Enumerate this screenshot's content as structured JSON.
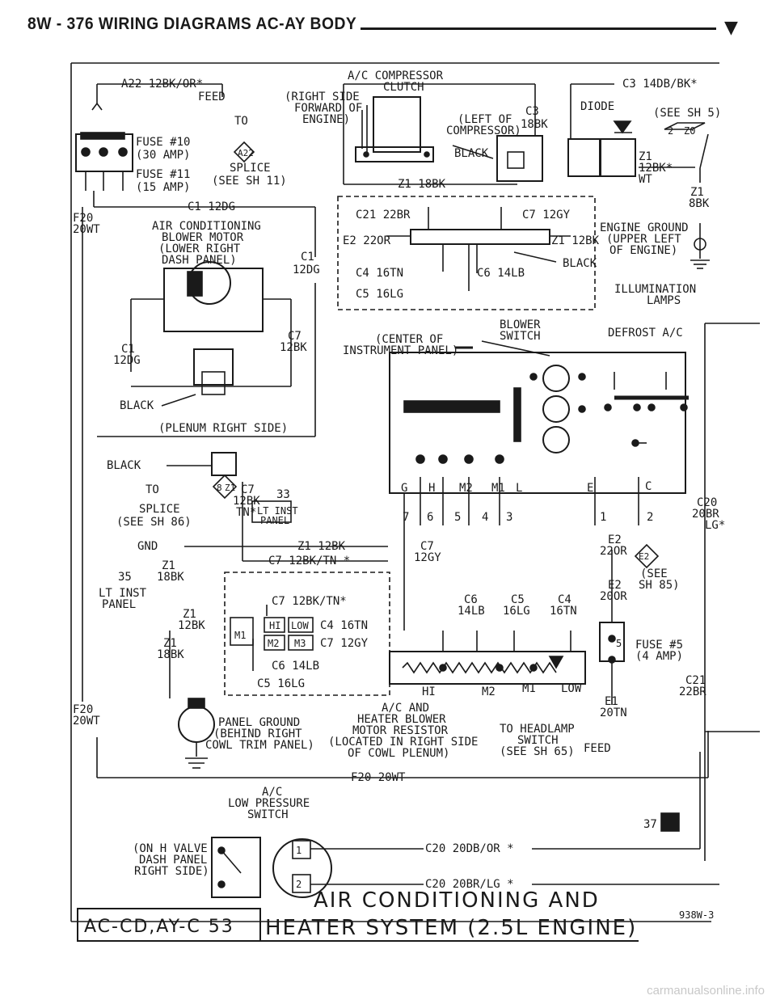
{
  "header": {
    "title": "8W - 376   WIRING DIAGRAMS AC-AY BODY",
    "arrow": "▼"
  },
  "footer": {
    "body_code": "AC-CD,AY-C 53",
    "system_line1": "AIR CONDITIONING AND",
    "system_line2": "HEATER SYSTEM (2.5L ENGINE)",
    "figure_id": "938W-3"
  },
  "watermark": "carmanualsonline.info",
  "labels": {
    "a22": "A22 12BK/OR*",
    "feed": "FEED",
    "to_top": "TO",
    "to_a22": "A22",
    "fuse10": "FUSE #10",
    "fuse10_amp": "(30 AMP)",
    "fuse11": "FUSE #11",
    "fuse11_amp": "(15 AMP)",
    "splice_sh11": "SPLICE",
    "see_sh11": "(SEE SH 11)",
    "comp_title": "A/C COMPRESSOR",
    "comp_clutch": "CLUTCH",
    "right_side": "(RIGHT SIDE",
    "forward_of": "FORWARD OF",
    "engine": "ENGINE)",
    "left_of": "(LEFT OF",
    "compressor": "COMPRESSOR)",
    "c3_top": "C3",
    "c3_18bk": "18BK",
    "black_comp": "BLACK",
    "z1_18bk_top": "Z1 18BK",
    "c3_14db": "C3 14DB/BK*",
    "diode": "DIODE",
    "see_sh5": "(SEE SH 5)",
    "z0": "Z0",
    "two": "2",
    "z1_diode": "Z1",
    "z1_12bk_diode": "12BK*",
    "wt": "WT",
    "z1_8bk": "Z1",
    "z1_8bk2": "8BK",
    "engine_ground": "ENGINE GROUND",
    "upper_left": "(UPPER LEFT",
    "of_engine": "OF ENGINE)",
    "f20_top": "F20",
    "f20wt_top": "20WT",
    "c1_12dg_top": "C1 12DG",
    "ac_blower": "AIR CONDITIONING",
    "blower_motor": "BLOWER MOTOR",
    "lower_right": "(LOWER RIGHT",
    "dash_panel": "DASH PANEL)",
    "c1_right": "C1",
    "c1_right2": "12DG",
    "c1_left": "C1",
    "c1_left2": "12DG",
    "c7_right": "C7",
    "c7_right2": "12BK",
    "black_motor": "BLACK",
    "plenum": "(PLENUM RIGHT SIDE)",
    "c21_22br": "C21 22BR",
    "c7_12gy_sw": "C7 12GY",
    "e2_22or": "E2 22OR",
    "z1_12bk_sw": "Z1 12BK",
    "black_sw": "BLACK",
    "c4_16tn_sw": "C4 16TN",
    "c6_14lb_sw": "C6 14LB",
    "c5_16lg_sw": "C5 16LG",
    "illum": "ILLUMINATION",
    "lamps": "LAMPS",
    "blower_switch": "BLOWER",
    "switch": "SWITCH",
    "center_of": "(CENTER OF",
    "instrument_panel": "INSTRUMENT PANEL)",
    "defrost": "DEFROST A/C",
    "pos_g": "G",
    "pos_h": "H",
    "pos_m2": "M2",
    "pos_m1": "M1",
    "pos_l": "L",
    "pos_e": "E",
    "pos_c": "C",
    "c20_20br": "C20",
    "c20_20br2": "20BR",
    "c20_lg": "LG*",
    "black_mid": "BLACK",
    "to_8": "TO",
    "to_8_val": "8",
    "to_8_z1": "Z1",
    "splice_sh86": "SPLICE",
    "see_sh86": "(SEE SH 86)",
    "gnd": "GND",
    "c7_12bk_tn": "C7",
    "c7_12bk_tn2": "12BK",
    "c7_12bk_tn3": "TN*",
    "n33": "33",
    "lt_inst": "LT INST",
    "lt_panel": "PANEL",
    "z1_12bk_mid": "Z1 12BK",
    "c7_12bktn_mid": "C7 12BK/TN *",
    "z1_35": "Z1",
    "n35": "35",
    "z1_18bk_35": "18BK",
    "lt_inst2": "LT INST",
    "lt_panel2": "PANEL",
    "z1_12bk_l": "Z1",
    "z1_12bk_l2": "12BK",
    "z1_18bk_l": "Z1",
    "z1_18bk_l2": "18BK",
    "c7_12bktn_box": "C7 12BK/TN*",
    "hi": "HI",
    "low": "LOW",
    "m1": "M1",
    "m2": "M2",
    "m3": "M3",
    "c4_16tn_box": "C4 16TN",
    "c7_12gy_box": "C7 12GY",
    "c6_14lb_box": "C6 14LB",
    "c5_16lg_box": "C5 16LG",
    "n7": "7",
    "n6": "6",
    "n5": "5",
    "n4": "4",
    "n3": "3",
    "n1": "1",
    "n2": "2",
    "c7_12gy_r": "C7",
    "c7_12gy_r2": "12GY",
    "e2_22or_r": "E2",
    "e2_22or_r2": "22OR",
    "e2_diamond": "E2",
    "see_sh85": "(SEE",
    "see_sh85_2": "SH 85)",
    "e2_20or": "E2",
    "e2_20or2": "20OR",
    "c6_14lb_r": "C6",
    "c6_14lb_r2": "14LB",
    "c5_16lg_r": "C5",
    "c5_16lg_r2": "16LG",
    "c4_16tn_r": "C4",
    "c4_16tn_r2": "16TN",
    "fuse5": "FUSE #5",
    "fuse5_amp": "(4 AMP)",
    "fuse5_num": "5",
    "res_hi": "HI",
    "res_m2": "M2",
    "res_m1": "M1",
    "res_low": "LOW",
    "c21_r": "C21",
    "c21_r2": "22BR",
    "e1": "E1",
    "e1_20tn": "20TN",
    "to_headlamp": "TO HEADLAMP",
    "headlamp_switch": "SWITCH",
    "see_sh65": "(SEE SH 65)",
    "feed_bottom": "FEED",
    "f20_bot": "F20",
    "f20wt_bot": "20WT",
    "panel_ground": "PANEL GROUND",
    "behind_right": "(BEHIND RIGHT",
    "cowl_trim": "COWL TRIM PANEL)",
    "ac_and": "A/C AND",
    "heater_blower": "HEATER BLOWER",
    "motor_resistor": "MOTOR RESISTOR",
    "located": "(LOCATED IN RIGHT SIDE",
    "cowl_plenum": "OF COWL PLENUM)",
    "f20_20wt": "F20 20WT",
    "lp_ac": "A/C",
    "lp_low": "LOW PRESSURE",
    "lp_switch": "SWITCH",
    "on_h_valve": "(ON H VALVE",
    "lp_dash": "DASH PANEL",
    "lp_right": "RIGHT SIDE)",
    "c20_20db": "C20 20DB/OR *",
    "c20_20br_lg": "C20 20BR/LG *",
    "n37": "37",
    "lp1": "1",
    "lp2": "2"
  }
}
